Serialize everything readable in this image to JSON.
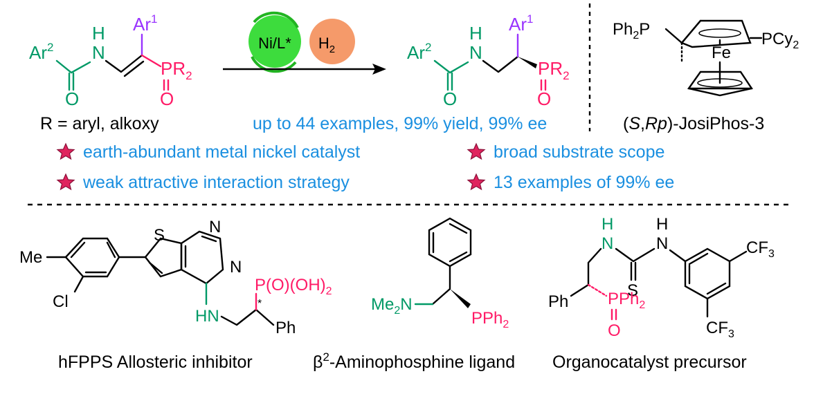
{
  "reaction": {
    "sm": {
      "ar2": "Ar",
      "ar2_sup": "2",
      "nh_n": "N",
      "nh_h": "H",
      "ar1": "Ar",
      "ar1_sup": "1",
      "o": "O",
      "p": "PR",
      "p_sub": "2"
    },
    "catalyst_label": "Ni/L*",
    "h2_label": "H",
    "h2_sub": "2",
    "product": {
      "ar2": "Ar",
      "ar2_sup": "2",
      "nh_n": "N",
      "nh_h": "H",
      "ar1": "Ar",
      "ar1_sup": "1",
      "o": "O",
      "p": "PR",
      "p_sub": "2"
    },
    "r_def": "R = aryl, alkoxy",
    "scope_note": "up to 44 examples, 99% yield, 99% ee"
  },
  "ligand": {
    "ph2p": "Ph",
    "ph2p_sub": "2",
    "ph2p_p": "P",
    "pcy2": "PCy",
    "pcy2_sub": "2",
    "fe": "Fe",
    "name_open": "(",
    "name_s": "S",
    "name_comma": ",",
    "name_rp": "Rp",
    "name_close": ")-JosiPhos-3"
  },
  "highlights": [
    "earth-abundant metal nickel catalyst",
    "broad substrate scope",
    "weak attractive interaction strategy",
    "13 examples of 99% ee"
  ],
  "examples": {
    "hfpps": {
      "me": "Me",
      "cl": "Cl",
      "s": "S",
      "n1": "N",
      "n2": "N",
      "hn": "HN",
      "p": "P(O)(OH)",
      "p_sub": "2",
      "star": "*",
      "ph": "Ph",
      "caption": "hFPPS Allosteric inhibitor"
    },
    "amino": {
      "me2n_a": "Me",
      "me2n_sub": "2",
      "me2n_b": "N",
      "pph2": "PPh",
      "pph2_sub": "2",
      "caption_beta": "β",
      "caption_sup": "2",
      "caption_rest": "-Aminophosphine ligand"
    },
    "organo": {
      "nh1_h": "H",
      "nh1_n": "N",
      "nh2_h": "H",
      "nh2_n": "N",
      "s": "S",
      "ph": "Ph",
      "pph2": "PPh",
      "pph2_sub": "2",
      "o": "O",
      "cf3a": "CF",
      "cf3a_sub": "3",
      "cf3b": "CF",
      "cf3b_sub": "3",
      "caption": "Organocatalyst precursor"
    }
  },
  "colors": {
    "green": "#009966",
    "pink": "#ff1a66",
    "purple": "#9933ff",
    "blue": "#1a8fe0",
    "star": "#e0245e"
  }
}
